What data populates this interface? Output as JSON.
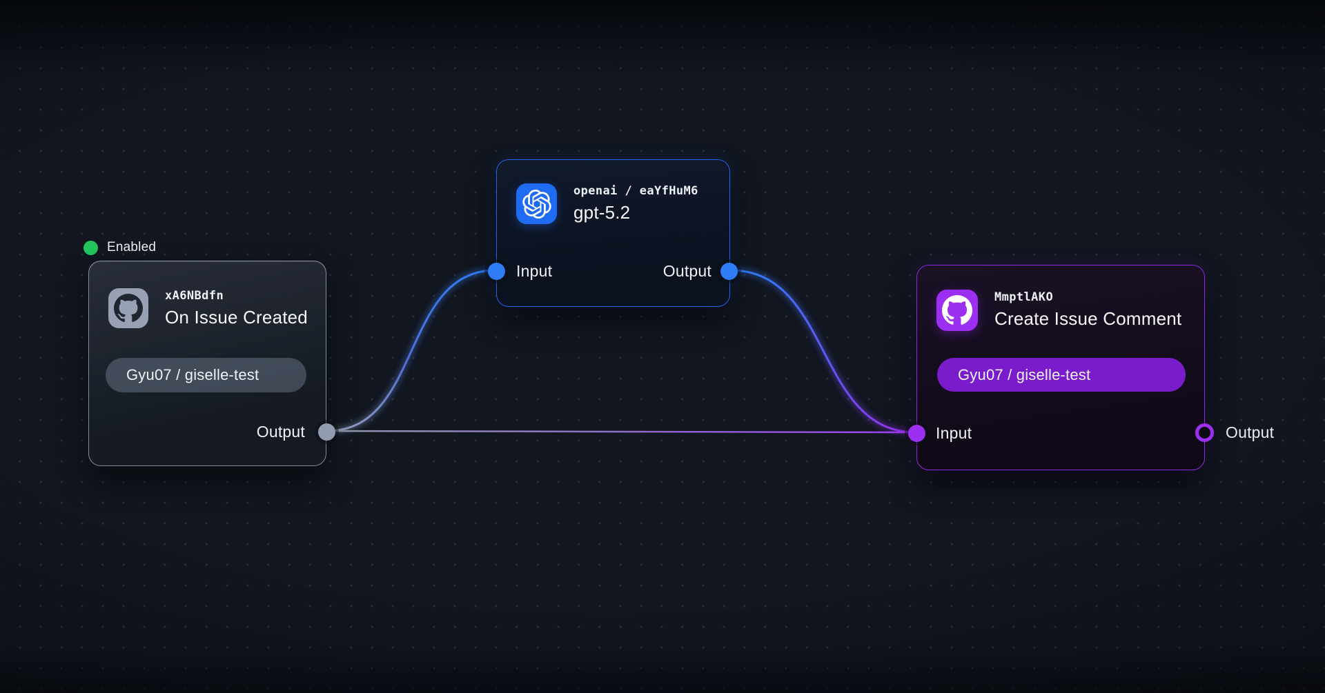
{
  "canvas": {
    "background_color": "#11161f",
    "dot_grid_color": "#272e3a"
  },
  "status_badge": {
    "label": "Enabled",
    "dot_color": "#22c55e"
  },
  "nodes": {
    "trigger": {
      "id": "xA6NBdfn",
      "title": "On Issue Created",
      "repo": "Gyu07 / giselle-test",
      "icon": "github-icon",
      "accent": "#98a1b4",
      "output_label": "Output"
    },
    "model": {
      "meta": "openai / eaYfHuM6",
      "title": "gpt-5.2",
      "icon": "openai-icon",
      "accent": "#2563eb",
      "input_label": "Input",
      "output_label": "Output"
    },
    "action": {
      "id": "MmptlAKO",
      "title": "Create Issue Comment",
      "repo": "Gyu07 / giselle-test",
      "icon": "github-icon",
      "accent": "#9b30f0",
      "input_label": "Input",
      "output_label": "Output"
    }
  },
  "edges": [
    {
      "from": "trigger.output",
      "to": "model.input",
      "colors": [
        "#9aa3b5",
        "#2e7cf6"
      ]
    },
    {
      "from": "model.output",
      "to": "action.input",
      "colors": [
        "#2e7cf6",
        "#9b30f0"
      ]
    },
    {
      "from": "trigger.output",
      "to": "action.input",
      "colors": [
        "#8f99ac",
        "#a13df2"
      ]
    }
  ]
}
